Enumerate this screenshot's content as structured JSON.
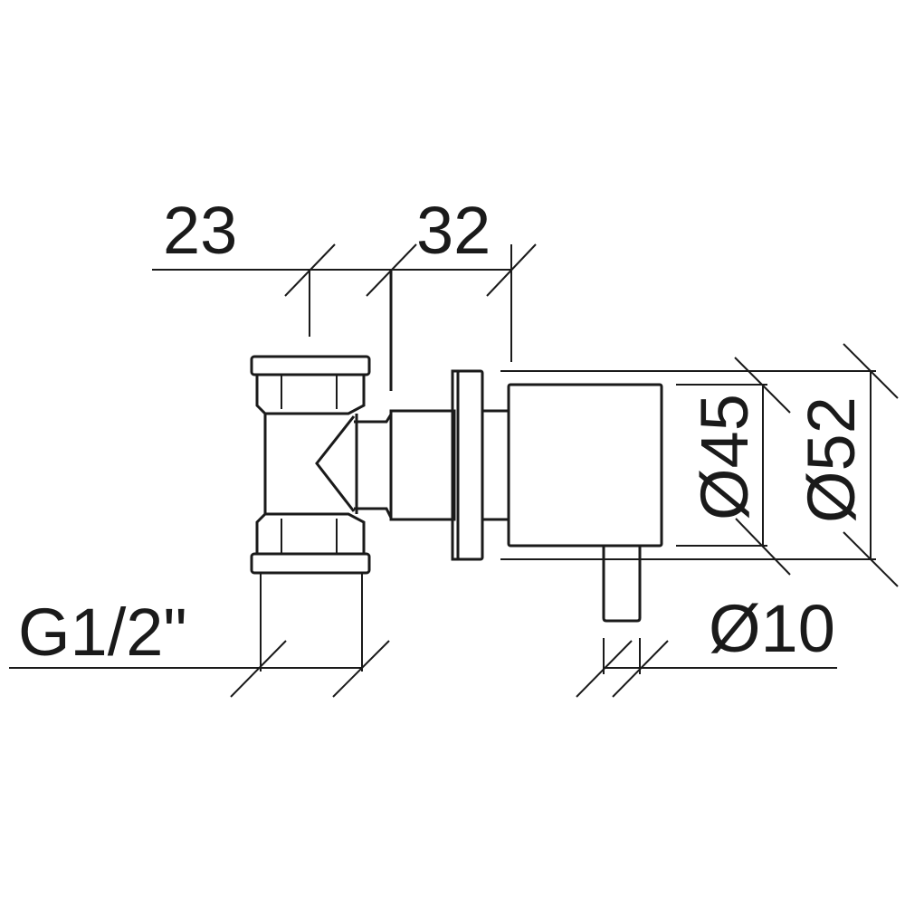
{
  "drawing": {
    "dimensions": {
      "width_left": "23",
      "width_right": "32",
      "thread": "G1/2\"",
      "diameter_inner": "Ø45",
      "diameter_outer": "Ø52",
      "diameter_pin": "Ø10"
    },
    "line_color": "#1a1a1a"
  }
}
